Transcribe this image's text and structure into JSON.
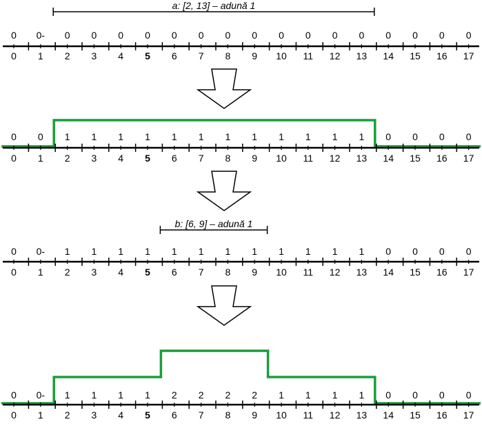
{
  "positions": [
    "0",
    "1",
    "2",
    "3",
    "4",
    "5",
    "6",
    "7",
    "8",
    "9",
    "10",
    "11",
    "12",
    "13",
    "14",
    "15",
    "16",
    "17"
  ],
  "highlight_position": "5",
  "colors": {
    "step_line": "#1a9e3a",
    "axis": "#000000",
    "text": "#000000"
  },
  "rows": [
    {
      "values": [
        "0",
        "0-",
        "0",
        "0",
        "0",
        "0",
        "0",
        "0",
        "0",
        "0",
        "0",
        "0",
        "0",
        "0",
        "0",
        "0",
        "0",
        "0"
      ]
    },
    {
      "values": [
        "0",
        "0",
        "1",
        "1",
        "1",
        "1",
        "1",
        "1",
        "1",
        "1",
        "1",
        "1",
        "1",
        "1",
        "0",
        "0",
        "0",
        "0"
      ]
    },
    {
      "values": [
        "0",
        "0-",
        "1",
        "1",
        "1",
        "1",
        "1",
        "1",
        "1",
        "1",
        "1",
        "1",
        "1",
        "1",
        "0",
        "0",
        "0",
        "0"
      ]
    },
    {
      "values": [
        "0",
        "0-",
        "1",
        "1",
        "1",
        "1",
        "2",
        "2",
        "2",
        "2",
        "1",
        "1",
        "1",
        "1",
        "0",
        "0",
        "0",
        "0"
      ]
    }
  ],
  "ranges": [
    {
      "label": "a: [2, 13] – adună 1",
      "from": 2,
      "to": 13
    },
    {
      "label": "b: [6, 9] – adună 1",
      "from": 6,
      "to": 9
    }
  ],
  "step_profiles": [
    {
      "row": 1,
      "levels": [
        0,
        0,
        1,
        1,
        1,
        1,
        1,
        1,
        1,
        1,
        1,
        1,
        1,
        1,
        0,
        0,
        0,
        0
      ]
    },
    {
      "row": 3,
      "levels": [
        0,
        0,
        1,
        1,
        1,
        1,
        2,
        2,
        2,
        2,
        1,
        1,
        1,
        1,
        0,
        0,
        0,
        0
      ]
    }
  ],
  "arrows": [
    "down-arrow-icon",
    "down-arrow-icon",
    "down-arrow-icon"
  ]
}
